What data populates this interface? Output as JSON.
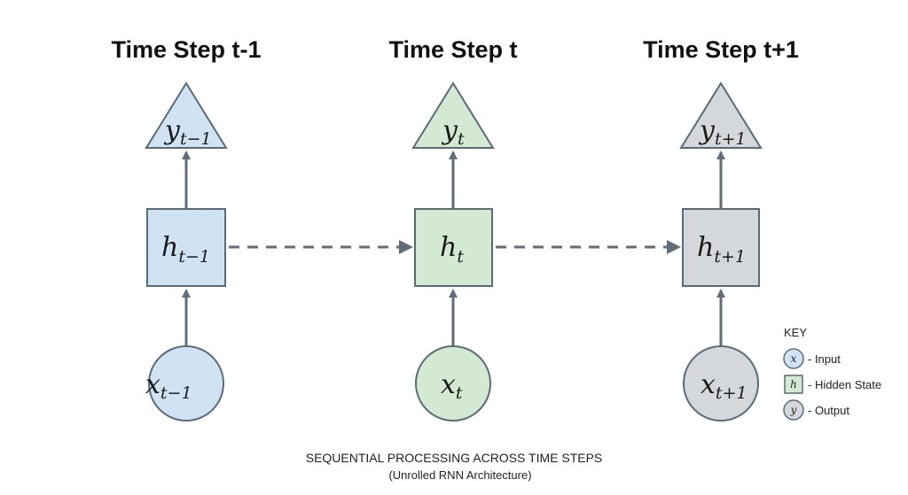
{
  "colors": {
    "arrow": "#616d78",
    "node_stroke": "#5a6a78",
    "blue_fill": "#cfe3f3",
    "green_fill": "#d4e9d2",
    "gray_fill": "#d5d8db"
  },
  "steps": [
    {
      "title": "Time Step t-1",
      "y_main": "y",
      "y_sub": "t−1",
      "h_main": "h",
      "h_sub": "t−1",
      "x_main": "x",
      "x_sub": "t−1",
      "color": "blue"
    },
    {
      "title": "Time Step t",
      "y_main": "y",
      "y_sub": "t",
      "h_main": "h",
      "h_sub": "t",
      "x_main": "x",
      "x_sub": "t",
      "color": "green"
    },
    {
      "title": "Time Step t+1",
      "y_main": "y",
      "y_sub": "t+1",
      "h_main": "h",
      "h_sub": "t+1",
      "x_main": "x",
      "x_sub": "t+1",
      "color": "gray"
    }
  ],
  "key": {
    "title": "KEY",
    "items": [
      {
        "symbol": "x",
        "label": "- Input",
        "shape": "circle"
      },
      {
        "symbol": "h",
        "label": "- Hidden State",
        "shape": "square"
      },
      {
        "symbol": "y",
        "label": "- Output",
        "shape": "circle"
      }
    ]
  },
  "caption": {
    "line1": "SEQUENTIAL PROCESSING ACROSS TIME STEPS",
    "line2": "(Unrolled RNN Architecture)"
  }
}
